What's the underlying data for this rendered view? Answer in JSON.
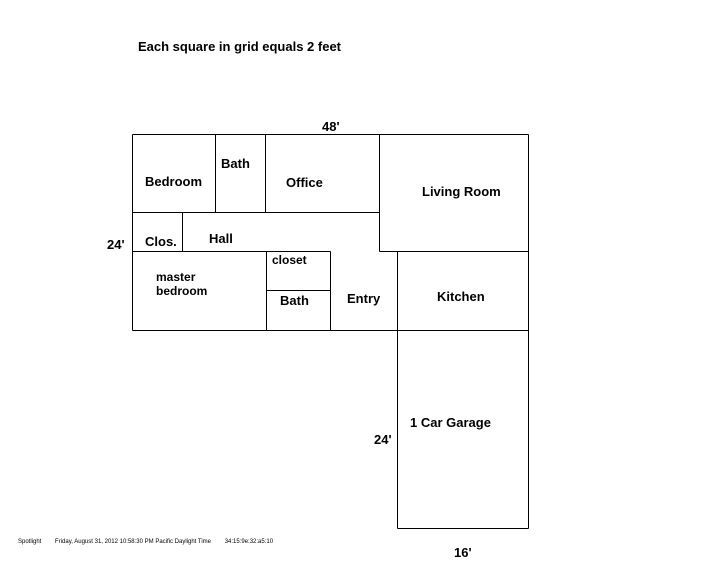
{
  "note": "Each square in grid equals 2 feet",
  "dimensions": {
    "top_width": "48'",
    "left_height": "24'",
    "garage_height": "24'",
    "garage_width": "16'"
  },
  "rooms": {
    "bedroom": "Bedroom",
    "bath_upper": "Bath",
    "office": "Office",
    "living_room": "Living Room",
    "closet_left": "Clos.",
    "hall": "Hall",
    "closet_center": "closet",
    "master_bedroom_line1": "master",
    "master_bedroom_line2": "bedroom",
    "bath_lower": "Bath",
    "entry": "Entry",
    "kitchen": "Kitchen",
    "garage": "1 Car Garage"
  },
  "footer": {
    "app": "Spotlight",
    "timestamp": "Friday, August 31, 2012 10:58:30 PM Pacific Daylight Time",
    "id": "34:15:9e:32:a5:10"
  }
}
